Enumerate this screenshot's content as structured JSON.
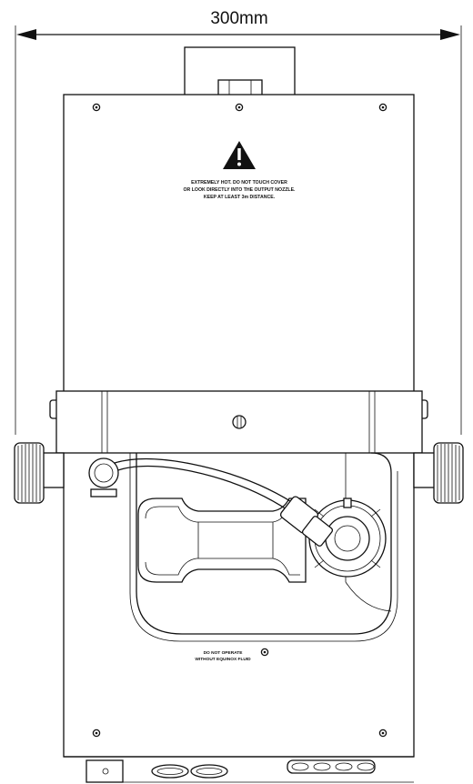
{
  "dimension": {
    "width_label": "300mm"
  },
  "warning_label": {
    "line1": "EXTREMELY HOT. DO NOT TOUCH COVER",
    "line2": "OR LOOK DIRECTLY INTO THE OUTPUT NOZZLE.",
    "line3": "KEEP AT LEAST 3m DISTANCE."
  },
  "fluid_note": {
    "line1": "DO NOT OPERATE",
    "line2": "WITHOUT EQUINOX FLUID"
  },
  "icons": {
    "warning": "warning-triangle-icon",
    "arrow": "dimension-arrow-icon"
  },
  "colors": {
    "line": "#111111",
    "background": "#ffffff",
    "warning_triangle": "#111111"
  }
}
